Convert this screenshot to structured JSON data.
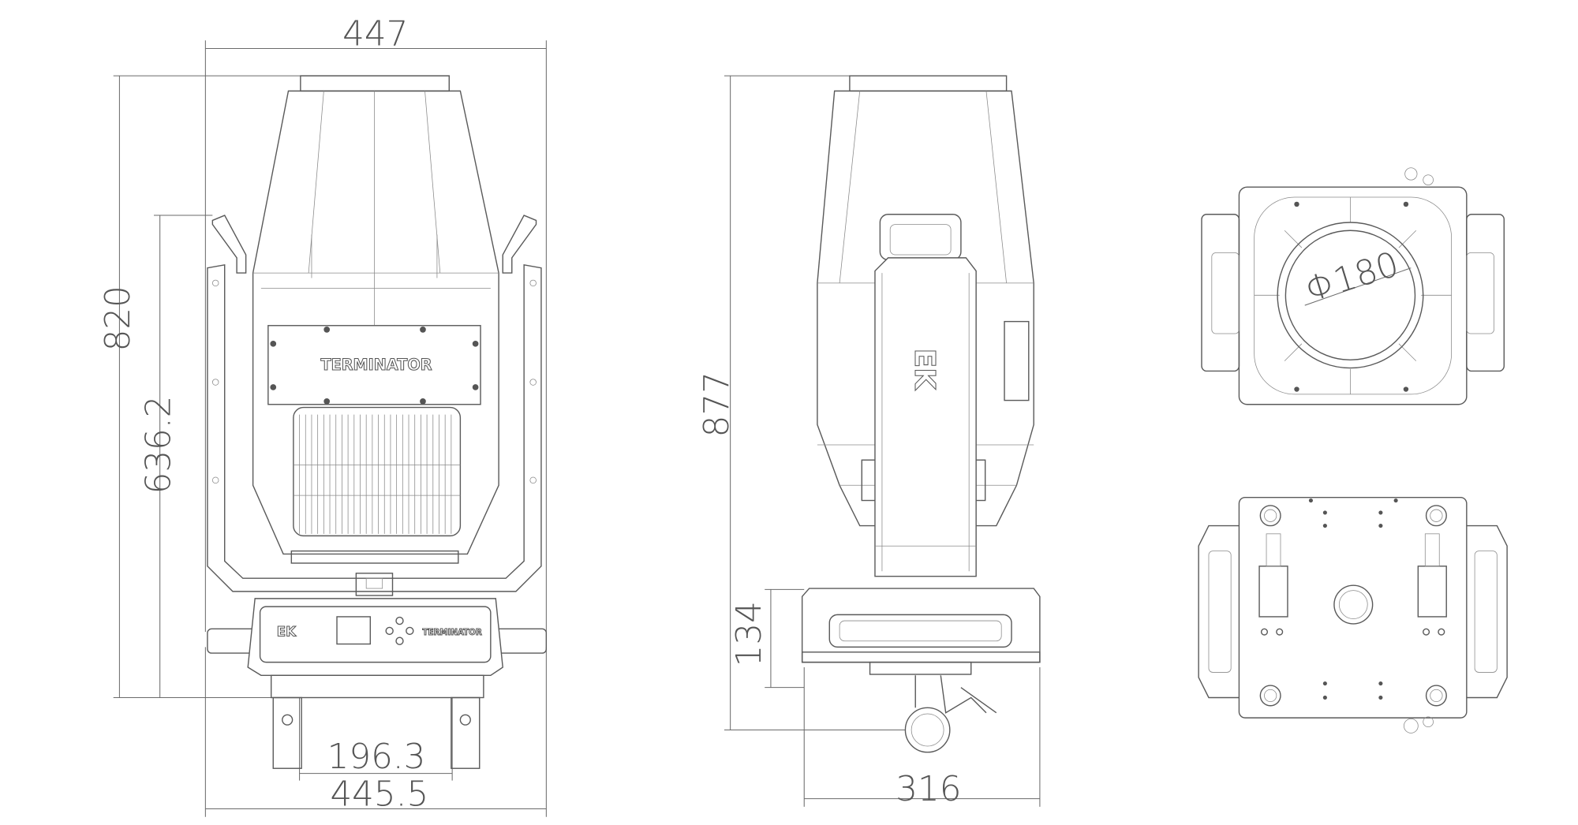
{
  "drawing": {
    "front_view": {
      "width_top": "447",
      "height_total": "820",
      "height_yoke": "636.2",
      "clamp_spacing": "196.3",
      "width_base": "445.5",
      "head_logo": "TERMINATOR",
      "panel_logo_brand": "EK",
      "panel_logo_product": "TERMINATOR"
    },
    "side_view": {
      "height_total": "877",
      "base_height": "134",
      "base_width": "316",
      "arm_logo": "EK"
    },
    "top_view": {
      "lens_diameter": "Φ180"
    }
  }
}
